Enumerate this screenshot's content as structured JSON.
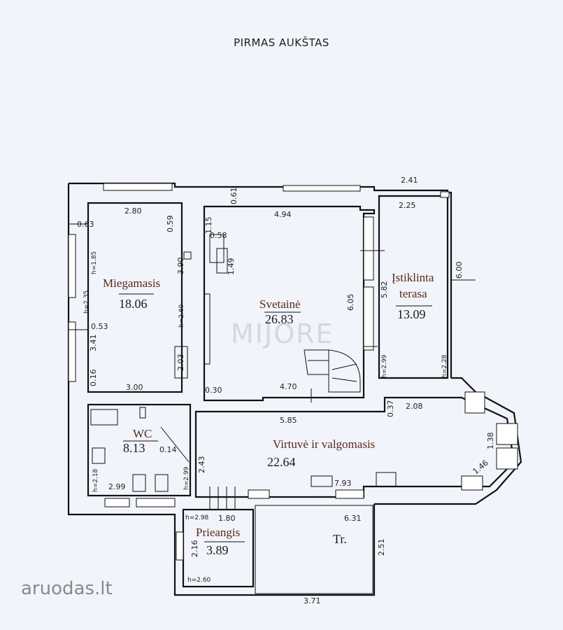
{
  "title": "PIRMAS AUKŠTAS",
  "rooms": [
    {
      "name": "Miegamasis",
      "area": "18.06"
    },
    {
      "name": "Svetainė",
      "area": "26.83"
    },
    {
      "name_line1": "Įstiklinta",
      "name_line2": "terasa",
      "area": "13.09"
    },
    {
      "name": "WC",
      "area": "8.13"
    },
    {
      "name": "Virtuvė ir valgomasis",
      "area": "22.64"
    },
    {
      "name": "Prieangis",
      "area": "3.89"
    },
    {
      "name": "Tr."
    }
  ],
  "dimensions": {
    "d241": "2.41",
    "d280": "2.80",
    "d059": "0.59",
    "d063": "0.63",
    "d061": "0.61",
    "d494": "4.94",
    "d115": "1.15",
    "d058": "0.58",
    "d149": "1.49",
    "d390": "3.90",
    "d225": "2.25",
    "d600": "6.00",
    "d582": "5.82",
    "d605": "6.05",
    "d053": "0.53",
    "d341": "3.41",
    "d016": "0.16",
    "d300": "3.00",
    "d203": "2.03",
    "d030": "0.30",
    "d470": "4.70",
    "d585": "5.85",
    "d037": "0.37",
    "d208": "2.08",
    "d014": "0.14",
    "d243": "2.43",
    "d138": "1.38",
    "d146": "1.46",
    "d793": "7.93",
    "d299": "2.99",
    "d180": "1.80",
    "d631": "6.31",
    "d216": "2.16",
    "d251": "2.51",
    "d371": "3.71"
  },
  "heights": {
    "h185": "h=1.85",
    "h235": "h=2.35",
    "h260": "h=2.60",
    "h299a": "h=2.99",
    "h228": "h=2.28",
    "h218": "h=2.18",
    "h299b": "h=2.99",
    "h298": "h=2.98",
    "h260b": "h=2.60"
  },
  "watermark": "MIJORE",
  "brand": {
    "name": "aruodas",
    "tld": ".lt"
  }
}
